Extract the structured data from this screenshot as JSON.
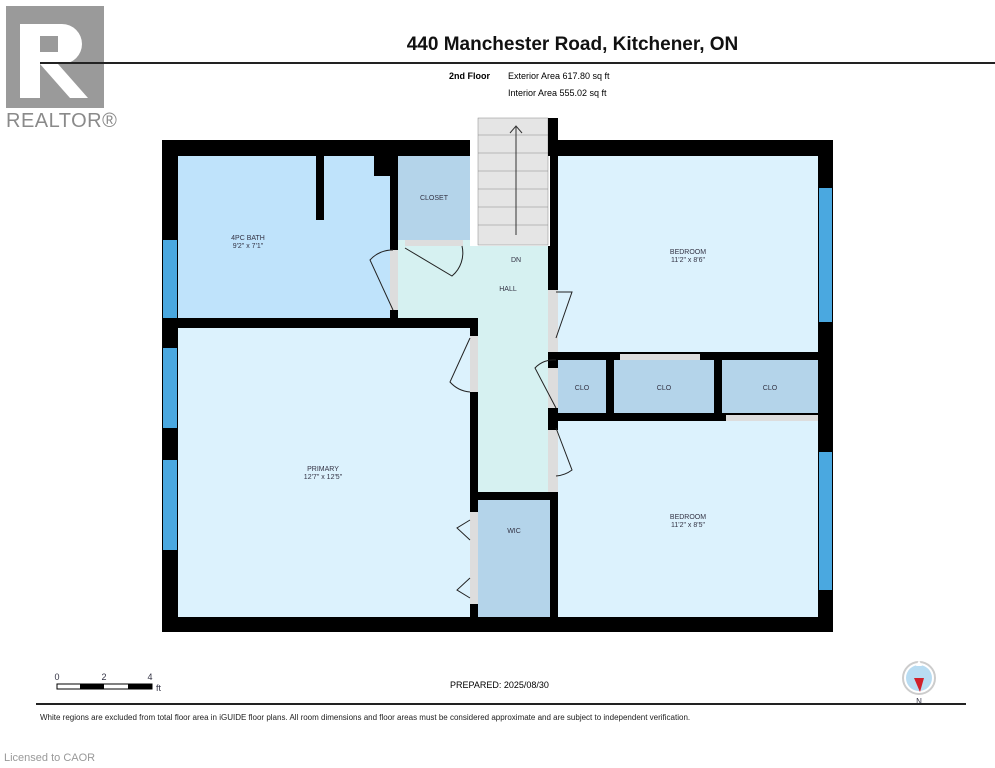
{
  "header": {
    "title": "440 Manchester Road, Kitchener, ON",
    "floor": "2nd Floor",
    "exterior_area": "Exterior Area 617.80 sq ft",
    "interior_area": "Interior Area 555.02 sq ft"
  },
  "logo": {
    "text": "REALTOR®"
  },
  "rooms": {
    "bath": {
      "name": "4PC BATH",
      "dims": "9'2\" x 7'1\""
    },
    "closet": {
      "name": "CLOSET"
    },
    "hall": {
      "name": "HALL",
      "stairs": "DN"
    },
    "bedroom1": {
      "name": "BEDROOM",
      "dims": "11'2\" x 8'6\""
    },
    "clo1": {
      "name": "CLO"
    },
    "clo2": {
      "name": "CLO"
    },
    "clo3": {
      "name": "CLO"
    },
    "primary": {
      "name": "PRIMARY",
      "dims": "12'7\" x 12'5\""
    },
    "wic": {
      "name": "WIC"
    },
    "bedroom2": {
      "name": "BEDROOM",
      "dims": "11'2\" x 8'5\""
    }
  },
  "footer": {
    "scale": [
      "0",
      "2",
      "4"
    ],
    "scale_unit": "ft",
    "prepared": "PREPARED: 2025/08/30",
    "compass": "N",
    "disclaimer": "White regions are excluded from total floor area in iGUIDE floor plans. All room dimensions and floor areas must be considered approximate and are subject to independent verification.",
    "license": "Licensed to CAOR"
  },
  "colors": {
    "bath": "#bfe3fb",
    "closet": "#b4d4ea",
    "bedroom": "#dcf2fd",
    "hall": "#d6f1f1",
    "window": "#4aa8e0"
  }
}
